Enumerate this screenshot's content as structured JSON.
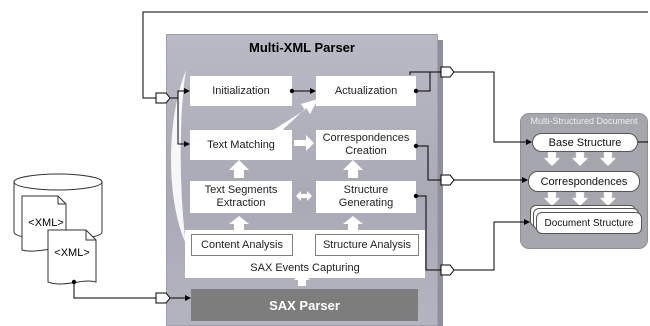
{
  "parser": {
    "title": "Multi-XML Parser",
    "initialization": "Initialization",
    "actualization": "Actualization",
    "text_matching": "Text Matching",
    "correspondences_creation": "Correspondences\nCreation",
    "text_segments_extraction": "Text Segments\nExtraction",
    "structure_generating": "Structure\nGenerating",
    "content_analysis": "Content Analysis",
    "structure_analysis": "Structure Analysis",
    "sax_events_capturing": "SAX Events Capturing",
    "sax_parser": "SAX Parser"
  },
  "multi_structured_document": {
    "title": "Multi-Structured Document",
    "base_structure": "Base Structure",
    "correspondences": "Correspondences",
    "document_structure": "Document Structure"
  },
  "input_documents": {
    "doc_label_1": "<XML>",
    "doc_label_2": "<XML>"
  }
}
